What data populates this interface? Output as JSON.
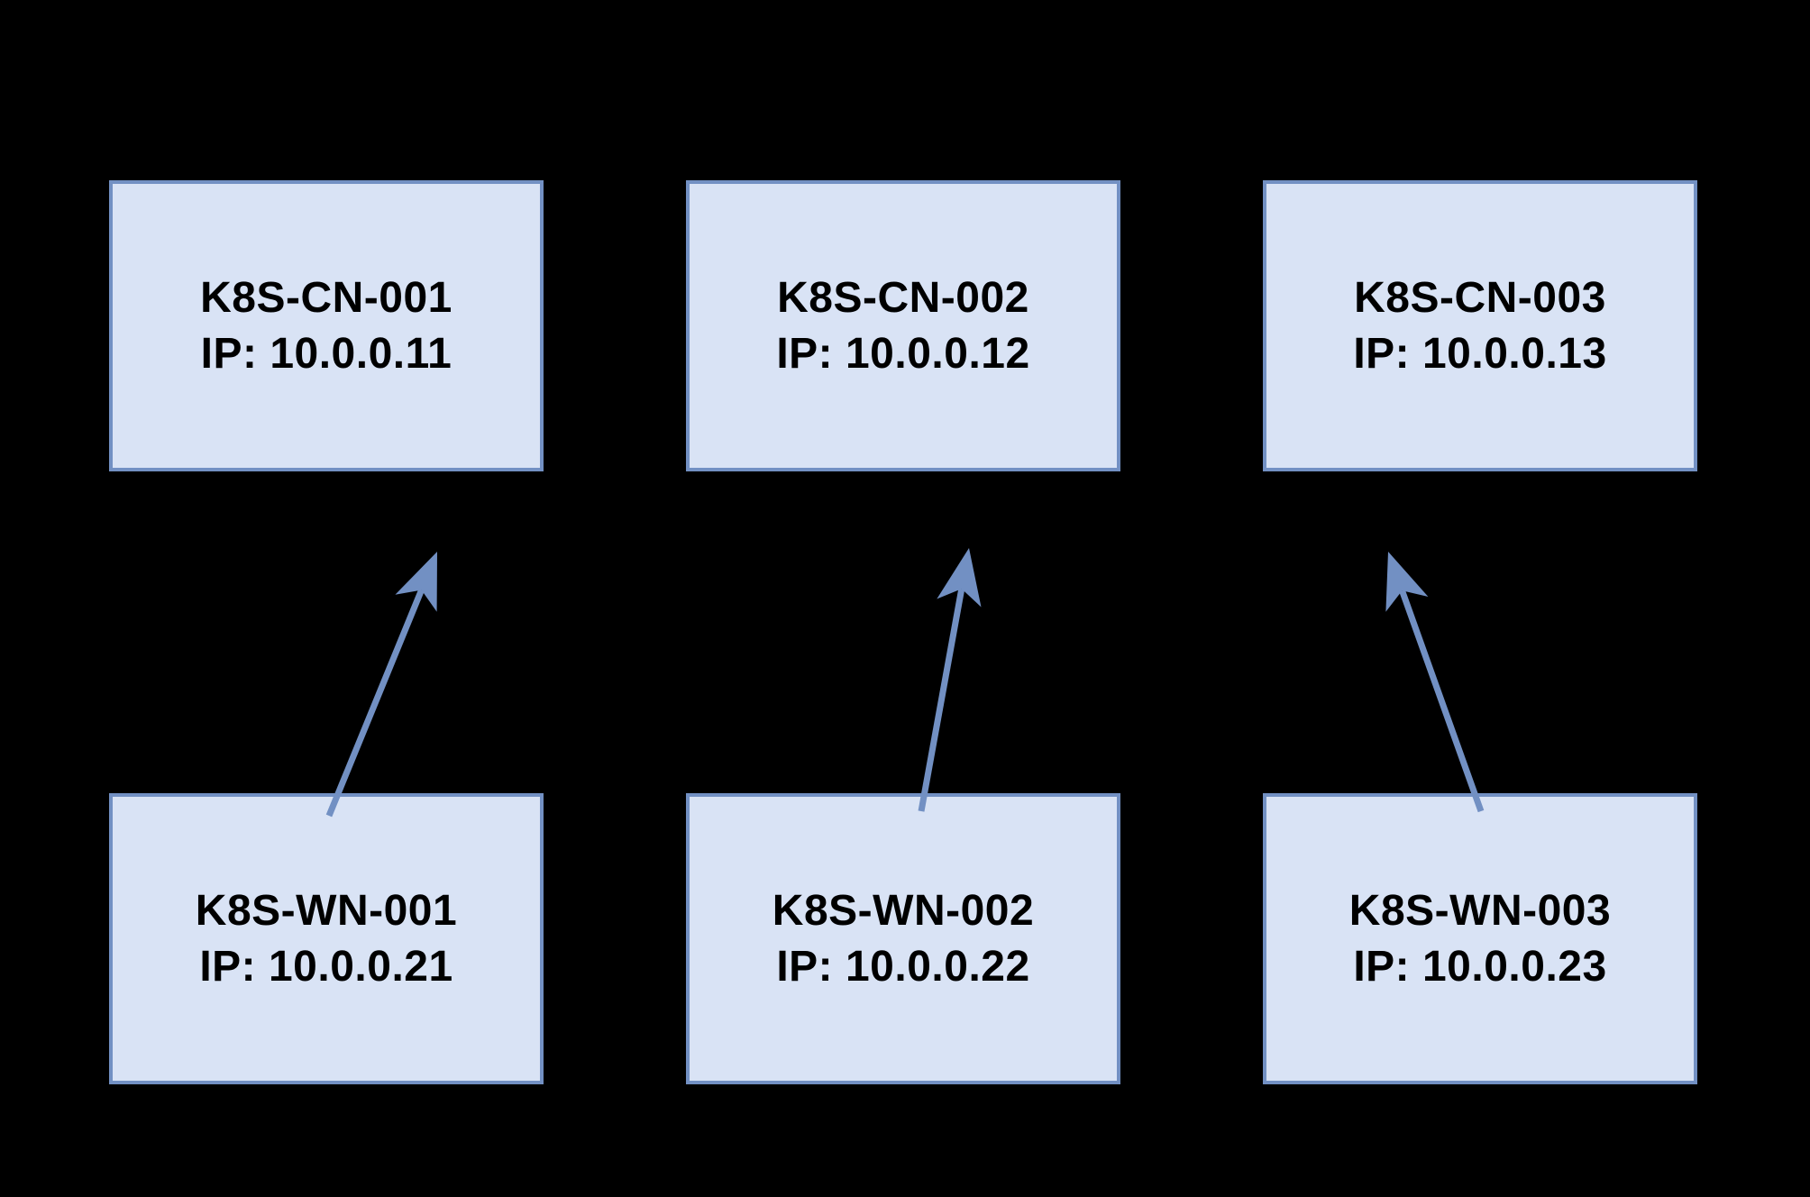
{
  "theme": {
    "background": "#000000",
    "box_fill": "#d9e3f5",
    "box_border": "#7290c3",
    "arrow_color": "#7290c3",
    "text_color": "#000000"
  },
  "diagram": {
    "description": "Kubernetes cluster node diagram: three worker nodes pointing to three control nodes",
    "control_nodes": [
      {
        "name": "K8S-CN-001",
        "ip": "IP: 10.0.0.11"
      },
      {
        "name": "K8S-CN-002",
        "ip": "IP: 10.0.0.12"
      },
      {
        "name": "K8S-CN-003",
        "ip": "IP: 10.0.0.13"
      }
    ],
    "worker_nodes": [
      {
        "name": "K8S-WN-001",
        "ip": "IP: 10.0.0.21"
      },
      {
        "name": "K8S-WN-002",
        "ip": "IP: 10.0.0.22"
      },
      {
        "name": "K8S-WN-003",
        "ip": "IP: 10.0.0.23"
      }
    ],
    "connections": [
      {
        "from": "K8S-WN-001",
        "to": "K8S-CN-001"
      },
      {
        "from": "K8S-WN-002",
        "to": "K8S-CN-002"
      },
      {
        "from": "K8S-WN-003",
        "to": "K8S-CN-003"
      }
    ]
  }
}
